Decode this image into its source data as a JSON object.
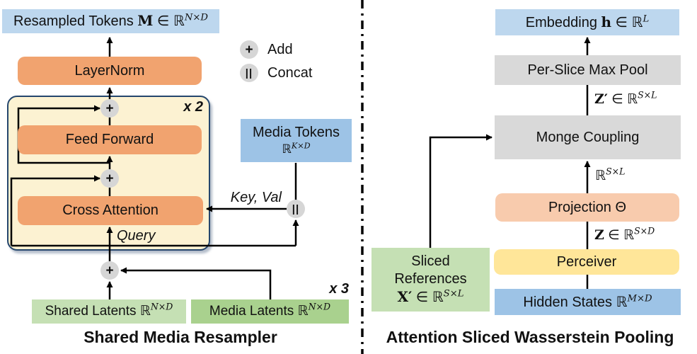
{
  "palette": {
    "light_blue": "#BDD7EE",
    "medium_blue": "#9DC3E6",
    "orange": "#F1A36F",
    "cream": "#FCF2D2",
    "container_border": "#24466D",
    "gray": "#D9D9D9",
    "circle_gray": "#D6D6D6",
    "peach": "#F8CBAD",
    "gold": "#FFE699",
    "light_green": "#C5E0B4",
    "medium_green": "#A9D18E",
    "line_black": "#000000"
  },
  "legend": {
    "add_symbol": "+",
    "add_label": "Add",
    "concat_symbol": "||",
    "concat_label": "Concat"
  },
  "left": {
    "title": "Shared Media Resampler",
    "resampled": {
      "text": "Resampled Tokens",
      "var": "M",
      "element_of": "∈",
      "set": "ℝ",
      "sup": "N×D"
    },
    "layernorm": "LayerNorm",
    "repeat": "x 2",
    "feed_forward": "Feed Forward",
    "cross_attention": "Cross Attention",
    "query_label": "Query",
    "key_val_label": "Key, Val",
    "plus_symbol": "+",
    "concat_symbol": "||",
    "media_tokens": {
      "text": "Media Tokens",
      "set": "ℝ",
      "sup": "K×D"
    },
    "shared_latents": {
      "text": "Shared Latents",
      "set": "ℝ",
      "sup": "N×D"
    },
    "media_latents": {
      "text": "Media Latents",
      "set": "ℝ",
      "sup": "N×D"
    },
    "latents_repeat": "x 3"
  },
  "right": {
    "title": "Attention Sliced Wasserstein Pooling",
    "embedding": {
      "text": "Embedding",
      "var": "h",
      "element_of": "∈",
      "set": "ℝ",
      "sup": "L"
    },
    "max_pool": "Per-Slice Max Pool",
    "z_prime": {
      "var": "Z′",
      "element_of": "∈",
      "set": "ℝ",
      "sup": "S×L"
    },
    "monge": "Monge Coupling",
    "r_sl": {
      "set": "ℝ",
      "sup": "S×L"
    },
    "projection": "Projection Θ",
    "z": {
      "var": "Z",
      "element_of": "∈",
      "set": "ℝ",
      "sup": "S×D"
    },
    "perceiver": "Perceiver",
    "hidden_states": {
      "text": "Hidden States",
      "set": "ℝ",
      "sup": "M×D"
    },
    "sliced_references": {
      "line1": "Sliced",
      "line2": "References",
      "var": "X′",
      "element_of": "∈",
      "set": "ℝ",
      "sup": "S×L"
    }
  }
}
